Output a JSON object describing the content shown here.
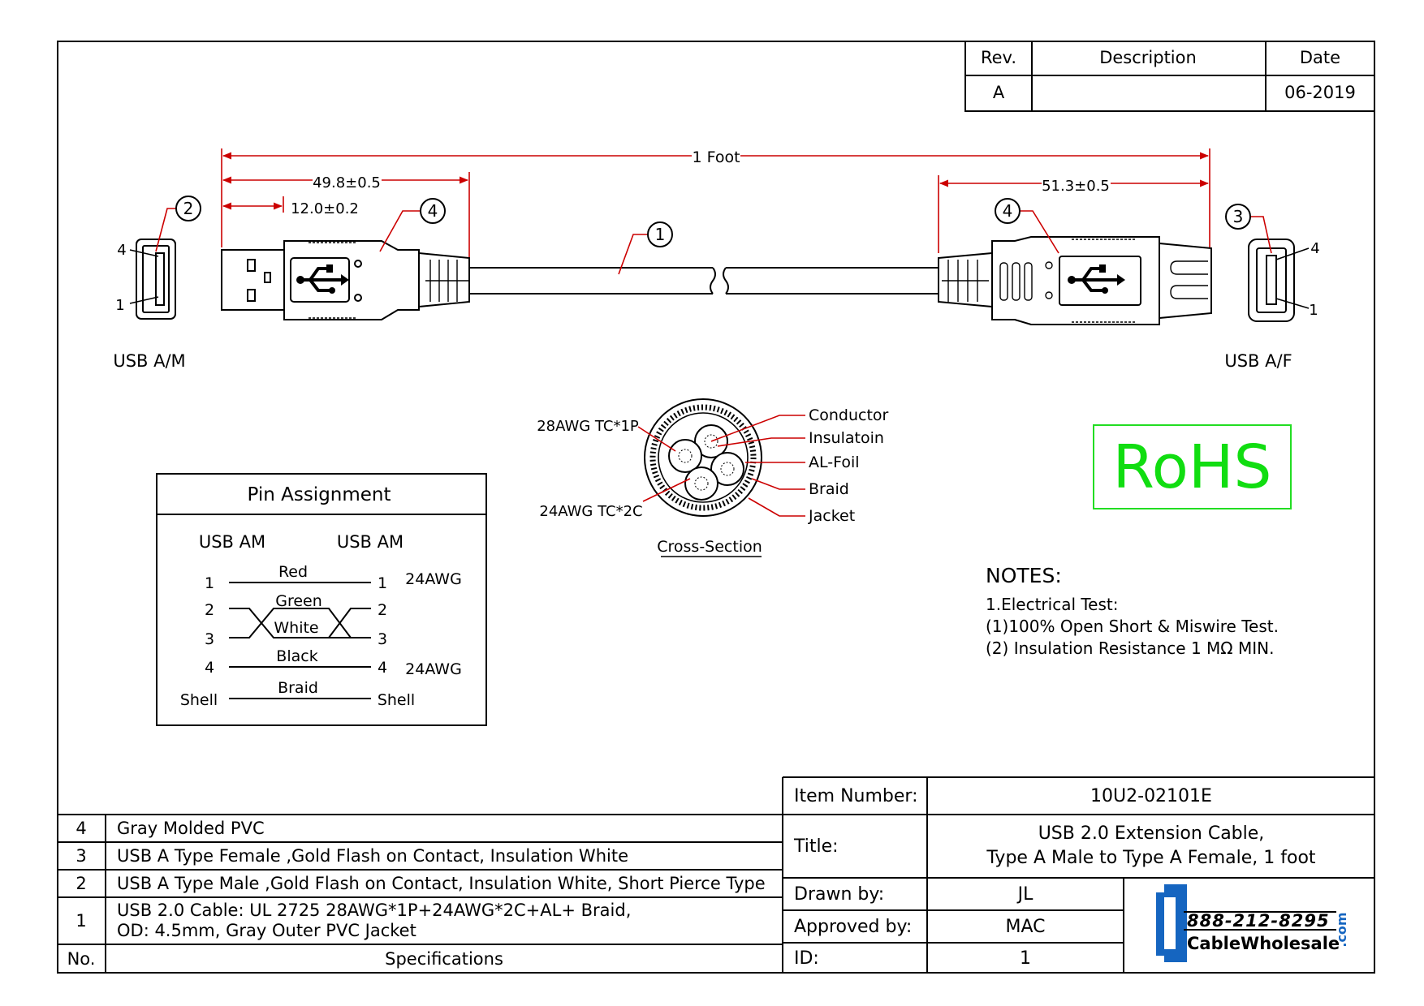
{
  "revision_table": {
    "headers": [
      "Rev.",
      "Description",
      "Date"
    ],
    "row": {
      "rev": "A",
      "description": "",
      "date": "06-2019"
    }
  },
  "dimensions": {
    "overall": "1 Foot",
    "male_length": "49.8±0.5",
    "male_tip": "12.0±0.2",
    "female_length": "51.3±0.5"
  },
  "callouts": {
    "c1": "1",
    "c2": "2",
    "c3": "3",
    "c4a": "4",
    "c4b": "4"
  },
  "connectors": {
    "left_label": "USB A/M",
    "right_label": "USB A/F",
    "left_pin_top": "4",
    "left_pin_bottom": "1",
    "right_pin_top": "4",
    "right_pin_bottom": "1"
  },
  "cross_section": {
    "title": "Cross-Section",
    "left_labels": [
      "28AWG TC*1P",
      "24AWG TC*2C"
    ],
    "right_labels": [
      "Conductor",
      "Insulatoin",
      "AL-Foil",
      "Braid",
      "Jacket"
    ]
  },
  "pin_assignment": {
    "title": "Pin Assignment",
    "col_left": "USB AM",
    "col_right": "USB AM",
    "rows": [
      {
        "left": "1",
        "wire": "Red",
        "right": "1",
        "gauge": "24AWG"
      },
      {
        "left": "2",
        "wire": "Green",
        "right": "2",
        "gauge": ""
      },
      {
        "left": "3",
        "wire": "White",
        "right": "3",
        "gauge": ""
      },
      {
        "left": "4",
        "wire": "Black",
        "right": "4",
        "gauge": "24AWG"
      },
      {
        "left": "Shell",
        "wire": "Braid",
        "right": "Shell",
        "gauge": ""
      }
    ]
  },
  "rohs": "RoHS",
  "notes": {
    "title": "NOTES:",
    "lines": [
      "1.Electrical Test:",
      "(1)100% Open Short & Miswire Test.",
      "(2) Insulation Resistance 1 MΩ  MIN."
    ]
  },
  "bom": {
    "rows": [
      {
        "no": "4",
        "spec": "Gray Molded PVC"
      },
      {
        "no": "3",
        "spec": "USB A Type Female ,Gold Flash on Contact, Insulation White"
      },
      {
        "no": "2",
        "spec": "USB A Type Male ,Gold Flash on Contact, Insulation White, Short Pierce Type"
      },
      {
        "no": "1",
        "spec_line1": "USB 2.0 Cable: UL 2725 28AWG*1P+24AWG*2C+AL+ Braid,",
        "spec_line2": "OD: 4.5mm, Gray Outer PVC Jacket"
      }
    ],
    "header_no": "No.",
    "header_spec": "Specifications"
  },
  "title_block": {
    "item_number_label": "Item Number:",
    "item_number": "10U2-02101E",
    "title_label": "Title:",
    "title_line1": "USB 2.0 Extension Cable,",
    "title_line2": "Type A Male to Type A Female, 1 foot",
    "drawn_by_label": "Drawn by:",
    "drawn_by": "JL",
    "approved_by_label": "Approved by:",
    "approved_by": "MAC",
    "id_label": "ID:",
    "id": "1"
  },
  "logo": {
    "phone": "888-212-8295",
    "name": "CableWholesale",
    "tld": ".com"
  },
  "colors": {
    "dimension_red": "#cc0000",
    "rohs_green": "#22dd22",
    "logo_blue": "#1565c0"
  }
}
